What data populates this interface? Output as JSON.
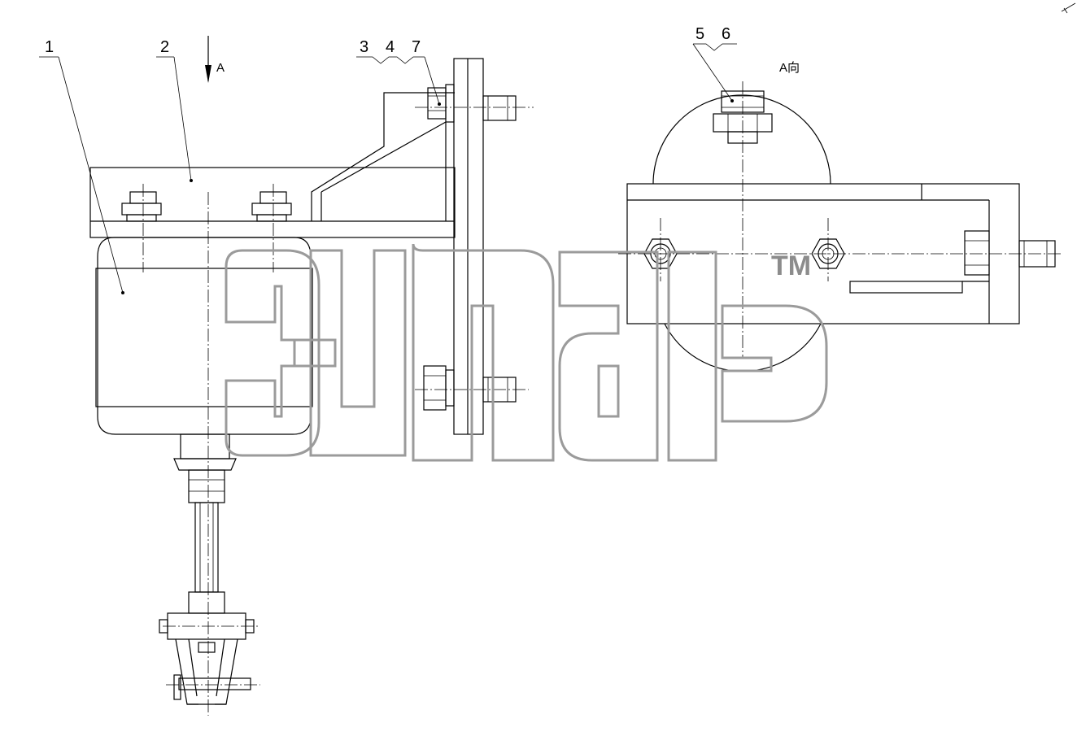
{
  "drawing": {
    "callouts": [
      {
        "id": "1",
        "label": "1"
      },
      {
        "id": "2",
        "label": "2"
      },
      {
        "id": "3",
        "label": "3"
      },
      {
        "id": "4",
        "label": "4"
      },
      {
        "id": "7",
        "label": "7"
      },
      {
        "id": "5",
        "label": "5"
      },
      {
        "id": "6",
        "label": "6"
      }
    ],
    "view_arrow_label": "A",
    "view_title": "A向"
  },
  "watermark": {
    "trademark": "TM"
  },
  "colors": {
    "line": "#000000",
    "watermark": "#9b9b9b"
  }
}
